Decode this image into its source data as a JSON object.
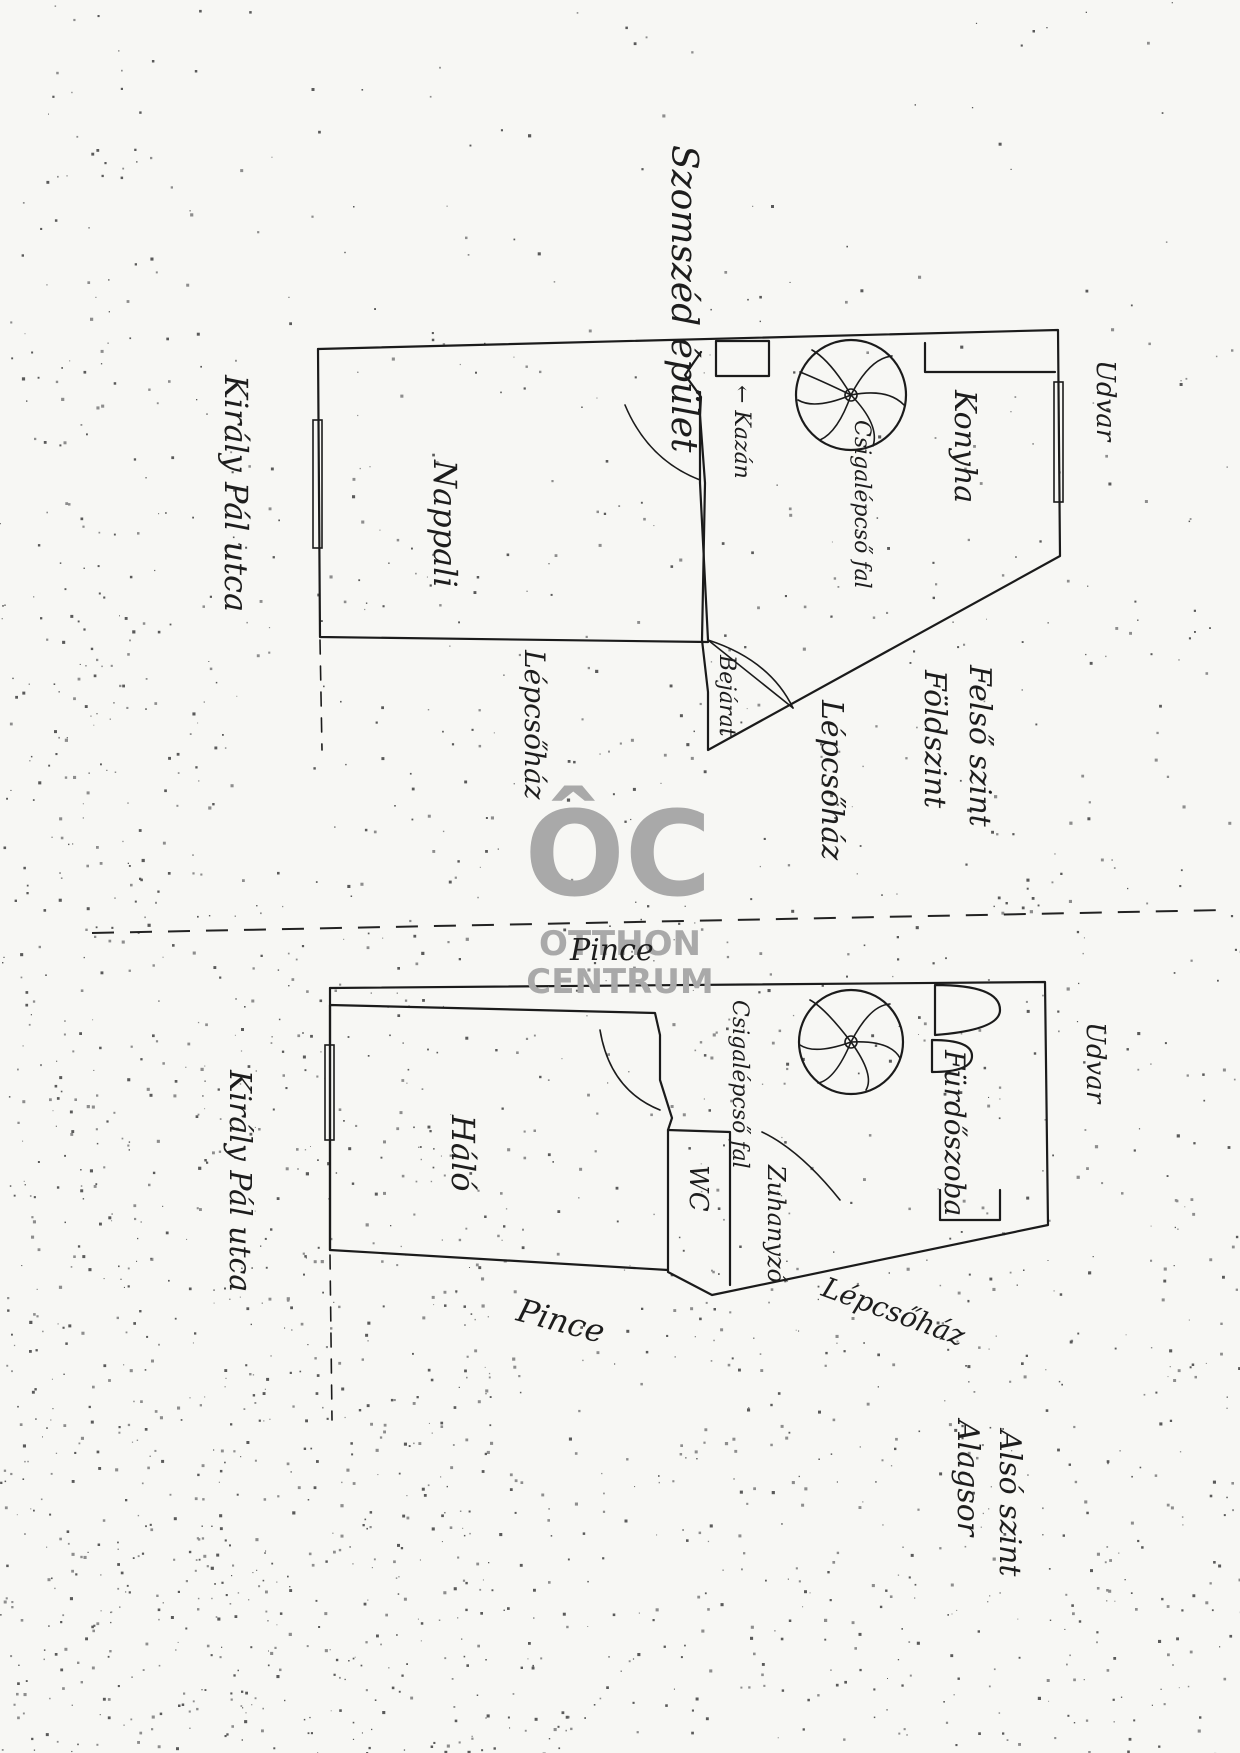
{
  "labels": {
    "szomszed_epulet": "Szomszéd épület",
    "kiraly_pal_utca_top": "Király Pál utca",
    "udvar_top": "Udvar",
    "konyha": "Konyha",
    "nappali": "Nappali",
    "kazan": "← Kazán",
    "csigalepcso_top": "Csigalépcső fal",
    "bejarat": "Bejárat",
    "lepcsohaz_left_top": "Lépcsőház",
    "lepcsohaz_right_top": "Lépcsőház",
    "felso_szint_line1": "Felső szint",
    "felso_szint_line2": "Földszint",
    "pince_top": "Pince",
    "udvar_bottom": "Udvar",
    "furdoszoba": "Fürdőszoba",
    "halo": "Háló",
    "wc": "WC",
    "zuhanyzo": "Zuhanyzó",
    "csigalepcso_bottom": "Csigalépcső fal",
    "kiraly_pal_utca_bottom": "Király Pál utca",
    "pince_bottom": "Pince",
    "lepcsohaz_bottom": "Lépcsőház",
    "also_szint_line1": "Alsó szint",
    "also_szint_line2": "Alagsor"
  },
  "watermark": {
    "logo": "ÔC",
    "line1": "OTTHON",
    "line2": "CENTRUM",
    "color": "#a9a9a9"
  }
}
